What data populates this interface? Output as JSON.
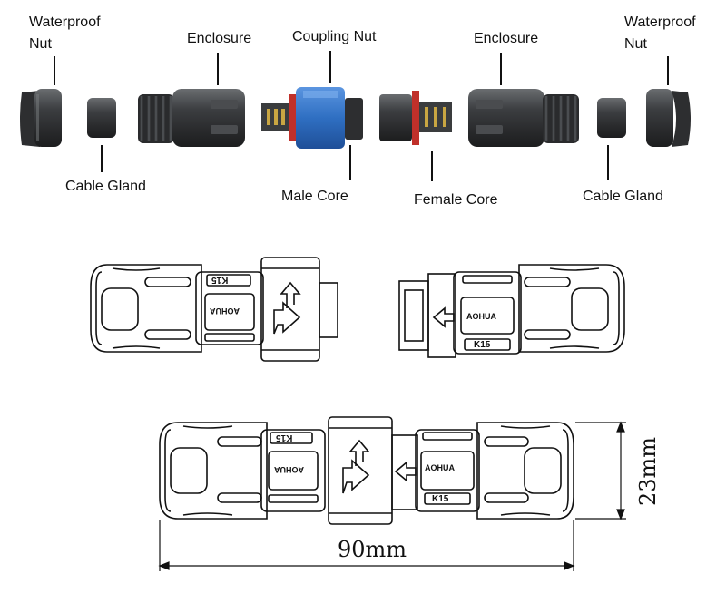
{
  "exploded_view": {
    "labels": {
      "waterproof_nut_left": "Waterproof",
      "waterproof_nut_left_2": "Nut",
      "enclosure_left": "Enclosure",
      "coupling_nut": "Coupling Nut",
      "enclosure_right": "Enclosure",
      "waterproof_nut_right": "Waterproof",
      "waterproof_nut_right_2": "Nut",
      "cable_gland_left": "Cable Gland",
      "male_core": "Male Core",
      "female_core": "Female Core",
      "cable_gland_right": "Cable Gland"
    }
  },
  "drawings": {
    "male": {
      "model": "K15",
      "brand": "AOHUA"
    },
    "female": {
      "model": "K15",
      "brand": "AOHUA"
    },
    "assembled": {
      "model_top": "K15",
      "model_bottom": "K15",
      "brand_left": "AOHUA",
      "brand_right": "AOHUA"
    }
  },
  "dimensions": {
    "length": "90mm",
    "height": "23mm"
  },
  "colors": {
    "body": "#3a3c3e",
    "coupling_blue": "#2f6fc2",
    "seal_red": "#c0302a",
    "line": "#111111"
  }
}
